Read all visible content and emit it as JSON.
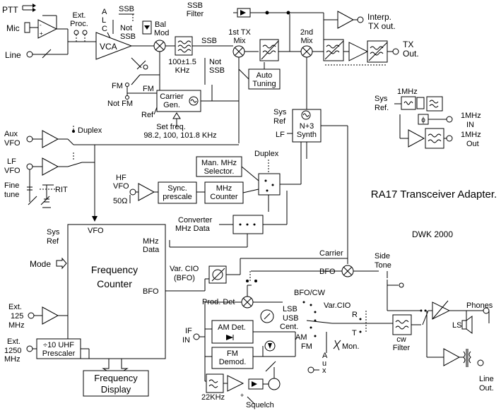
{
  "title": "RA17 Transceiver Adapter.",
  "credit": "DWK 2000",
  "inputs": {
    "ptt": "PTT",
    "mic": "Mic",
    "line": "Line",
    "aux_vfo": [
      "Aux",
      "VFO"
    ],
    "lf_vfo": [
      "LF",
      "VFO"
    ],
    "fine_tune": [
      "Fine",
      "tune"
    ],
    "rit": "RIT",
    "hf_vfo": [
      "HF",
      "VFO"
    ],
    "ohm50": "50Ω",
    "sys_ref": [
      "Sys",
      "Ref"
    ],
    "mode": "Mode",
    "ext125": [
      "Ext.",
      "125",
      "MHz"
    ],
    "ext1250": [
      "Ext.",
      "1250",
      "MHz"
    ],
    "if_in": [
      "IF",
      "IN"
    ],
    "aux": [
      "A",
      "u",
      "x"
    ]
  },
  "tx_chain": {
    "ext_proc": [
      "Ext.",
      "Proc."
    ],
    "alc": [
      "A",
      "L",
      "C"
    ],
    "vca": "VCA",
    "ssb_top": "SSB",
    "not_ssb": [
      "Not",
      "SSB"
    ],
    "bal_mod": [
      "Bal",
      "Mod"
    ],
    "ssb_filter": [
      "SSB",
      "Filter"
    ],
    "filter_bw": [
      "100±1.5",
      "KHz"
    ],
    "ssb_mix": "SSB",
    "not_ssb_mix": [
      "Not",
      "SSB"
    ],
    "mix1": [
      "1st TX",
      "Mix"
    ],
    "mix2": [
      "2nd",
      "Mix"
    ],
    "auto_tuning": [
      "Auto",
      "Tuning"
    ],
    "interp_tx": [
      "Interp.",
      "TX out."
    ],
    "tx_out": [
      "TX",
      "Out."
    ]
  },
  "carrier": {
    "fm": "FM",
    "fm2": "FM",
    "not_fm": [
      "Not FM"
    ],
    "ref": "Ref",
    "carrier_gen": [
      "Carrier",
      "Gen."
    ],
    "set_freq": [
      "Set freq.",
      "98.2, 100, 101.8 KHz"
    ]
  },
  "synth": {
    "sys_ref": [
      "Sys",
      "Ref"
    ],
    "lf": "LF",
    "name": [
      "N+3",
      "Synth"
    ],
    "duplex1": "Duplex",
    "duplex2": "Duplex",
    "man_mhz": [
      "Man. MHz",
      "Selector."
    ],
    "sync_prescale": [
      "Sync.",
      "prescale"
    ],
    "mhz_counter": [
      "MHz",
      "Counter"
    ],
    "converter": [
      "Converter",
      "MHz Data"
    ]
  },
  "ref_section": {
    "mhz1": "1MHz",
    "sys_ref": [
      "Sys",
      "Ref."
    ],
    "phi": "ϕ",
    "in_1mhz": [
      "1MHz",
      "IN"
    ],
    "out_1mhz": [
      "1MHz",
      "Out"
    ]
  },
  "counter": {
    "name": [
      "Frequency",
      "Counter"
    ],
    "vfo": "VFO",
    "mhz_data": [
      "MHz",
      "Data"
    ],
    "bfo": "BFO",
    "prescaler": [
      "÷10 UHF",
      "Prescaler"
    ],
    "display": [
      "Frequency",
      "Display"
    ]
  },
  "rx": {
    "var_cio": [
      "Var. CIO",
      "(BFO)"
    ],
    "carrier": "Carrier",
    "bfo": "BFO",
    "side_tone": [
      "Side",
      "Tone"
    ],
    "prod_det": "Prod. Det",
    "bfo_cw": "BFO/CW",
    "lsb": "LSB",
    "usb": "USB",
    "cent": "Cent.",
    "var_cio2": "Var.CIO",
    "am_det": "AM Det.",
    "am": "AM",
    "fm": "FM",
    "r": "R",
    "t": "T",
    "mon": "Mon.",
    "fm_demod": [
      "FM",
      "Demod."
    ],
    "cw_filter": [
      "cw",
      "Filter"
    ],
    "khz22": "22KHz",
    "squelch": "Squelch",
    "phones": "Phones",
    "ls": "LS",
    "line_out": [
      "Line",
      "Out."
    ]
  }
}
